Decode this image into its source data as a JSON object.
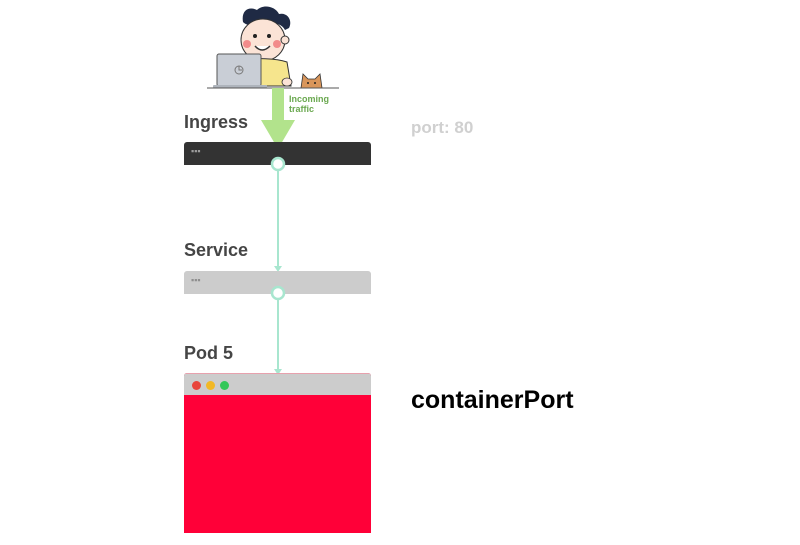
{
  "diagram": {
    "incoming_traffic": [
      "Incoming",
      "traffic"
    ],
    "ingress": {
      "label": "Ingress",
      "dots": "▪▪▪"
    },
    "port": {
      "label": "port: 80"
    },
    "service": {
      "label": "Service",
      "dots": "▪▪▪"
    },
    "pod": {
      "label": "Pod 5"
    },
    "container_port": {
      "label": "containerPort"
    }
  },
  "colors": {
    "traffic_arrow": "#b2e38c",
    "connector": "#a8e6cf",
    "ingress_bar": "#333333",
    "service_bar": "#cccccc",
    "pod_body": "#ff0038",
    "traffic_light_red": "#e8453c",
    "traffic_light_yellow": "#f2b825",
    "traffic_light_green": "#34c759"
  },
  "icons": [
    "developer-illustration",
    "laptop-icon",
    "cat-icon",
    "traffic-arrow-icon",
    "window-dots-icon"
  ]
}
